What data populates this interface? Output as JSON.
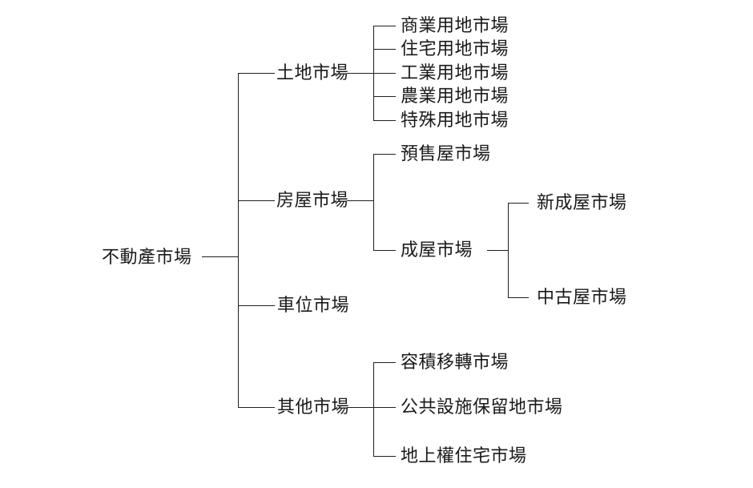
{
  "colors": {
    "background": "#ffffff",
    "line": "#1f1f1f",
    "text": "#1a1a1a"
  },
  "tree": {
    "root": {
      "label": "不動產市場"
    },
    "branches": [
      {
        "label": "土地市場",
        "children": [
          {
            "label": "商業用地市場"
          },
          {
            "label": "住宅用地市場"
          },
          {
            "label": "工業用地市場"
          },
          {
            "label": "農業用地市場"
          },
          {
            "label": "特殊用地市場"
          }
        ]
      },
      {
        "label": "房屋市場",
        "children": [
          {
            "label": "預售屋市場"
          },
          {
            "label": "成屋市場",
            "children": [
              {
                "label": "新成屋市場"
              },
              {
                "label": "中古屋市場"
              }
            ]
          }
        ]
      },
      {
        "label": "車位市場",
        "children": []
      },
      {
        "label": "其他市場",
        "children": [
          {
            "label": "容積移轉市場"
          },
          {
            "label": "公共設施保留地市場"
          },
          {
            "label": "地上權住宅市場"
          }
        ]
      }
    ]
  }
}
